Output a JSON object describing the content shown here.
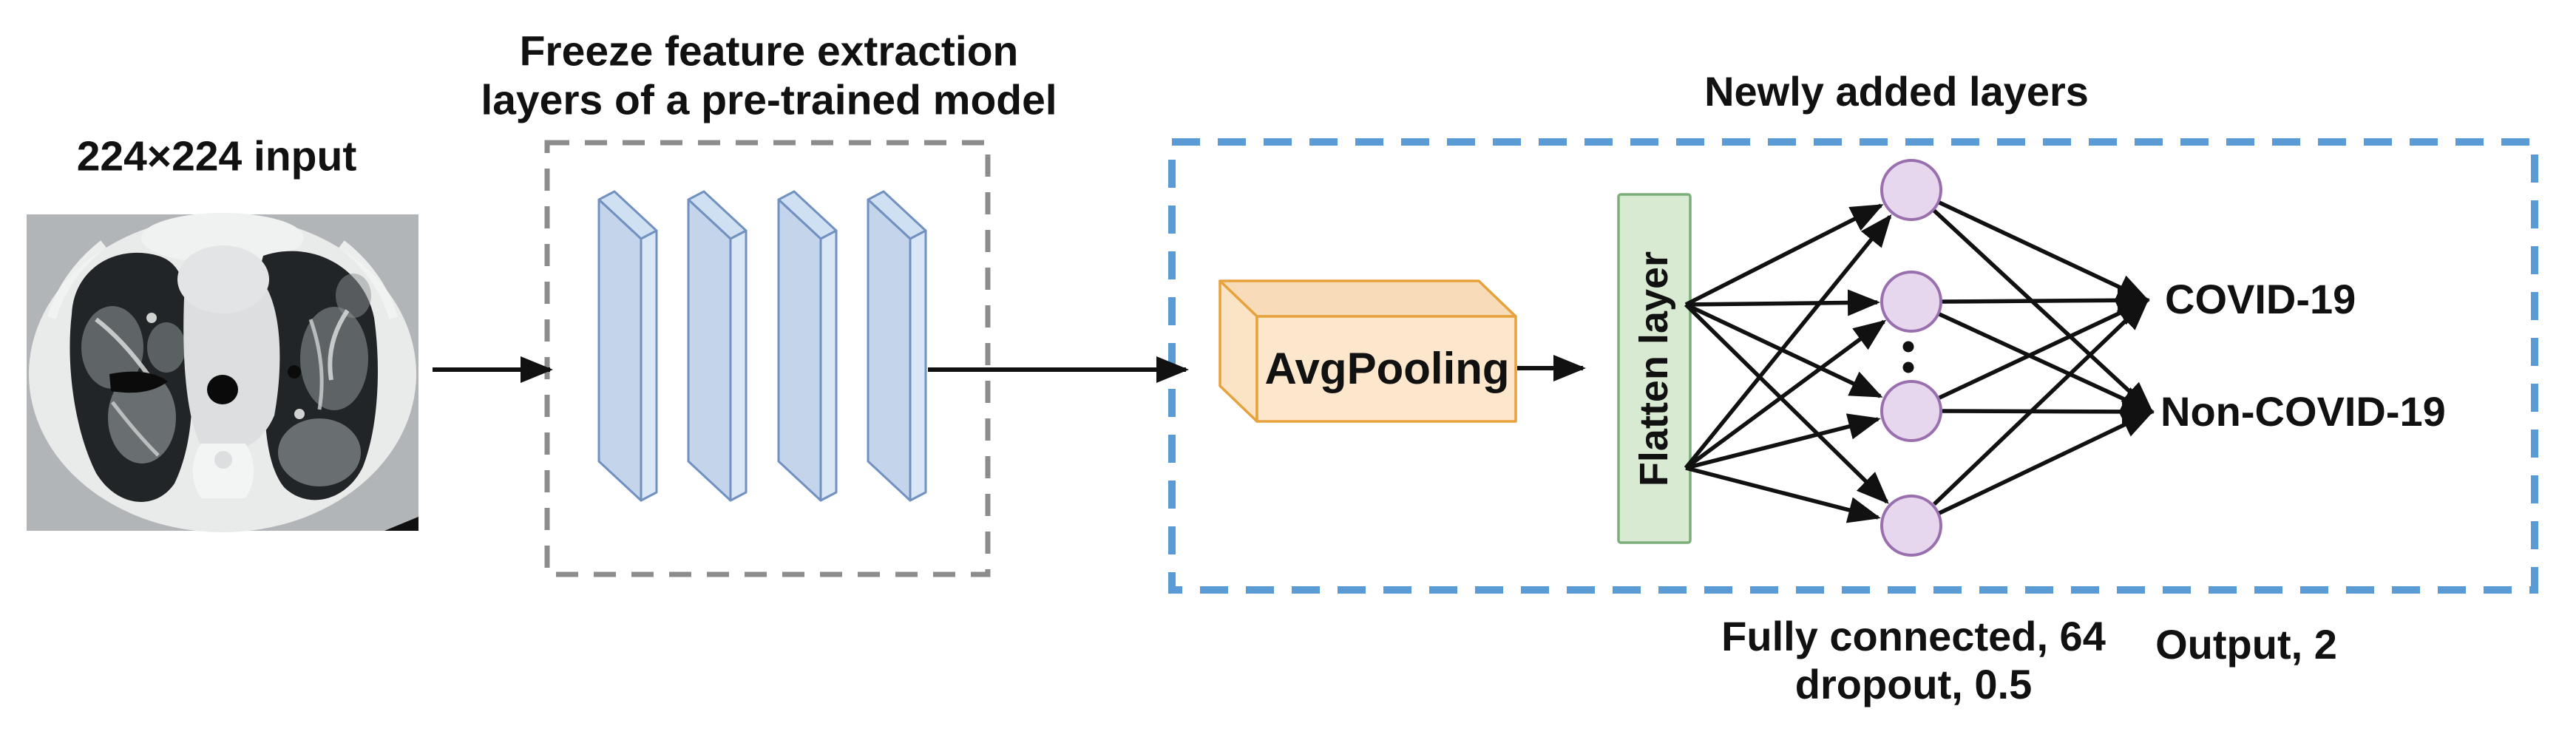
{
  "figure": {
    "input": {
      "label": "224×224 input"
    },
    "frozen_block": {
      "title_line1": "Freeze feature extraction",
      "title_line2": "layers of a pre-trained model",
      "num_conv_layers": 4
    },
    "pooling": {
      "label": "AvgPooling"
    },
    "new_block": {
      "title": "Newly added layers",
      "flatten_label": "Flatten layer",
      "hidden_nodes_visible": 4,
      "has_ellipsis_between_nodes": true,
      "fc_note_line1": "Fully connected, 64",
      "fc_note_line2": "dropout, 0.5",
      "output_note": "Output, 2",
      "outputs": [
        "COVID-19",
        "Non-COVID-19"
      ]
    },
    "colors": {
      "frozen_box_dash": "#8c8c8c",
      "new_box_dash": "#5b9bd5",
      "conv_layer_fill": "#c4d4ea",
      "conv_layer_side_fill": "#d9e6f5",
      "conv_layer_border": "#7191c0",
      "pooling_front_fill": "#fde7cc",
      "pooling_top_fill": "#f8dcba",
      "pooling_border": "#e6a23c",
      "flatten_fill": "#d9ead3",
      "flatten_border": "#7cae79",
      "node_fill": "#e6d7ee",
      "node_border": "#9a6fae",
      "arrow_color": "#111111"
    }
  }
}
